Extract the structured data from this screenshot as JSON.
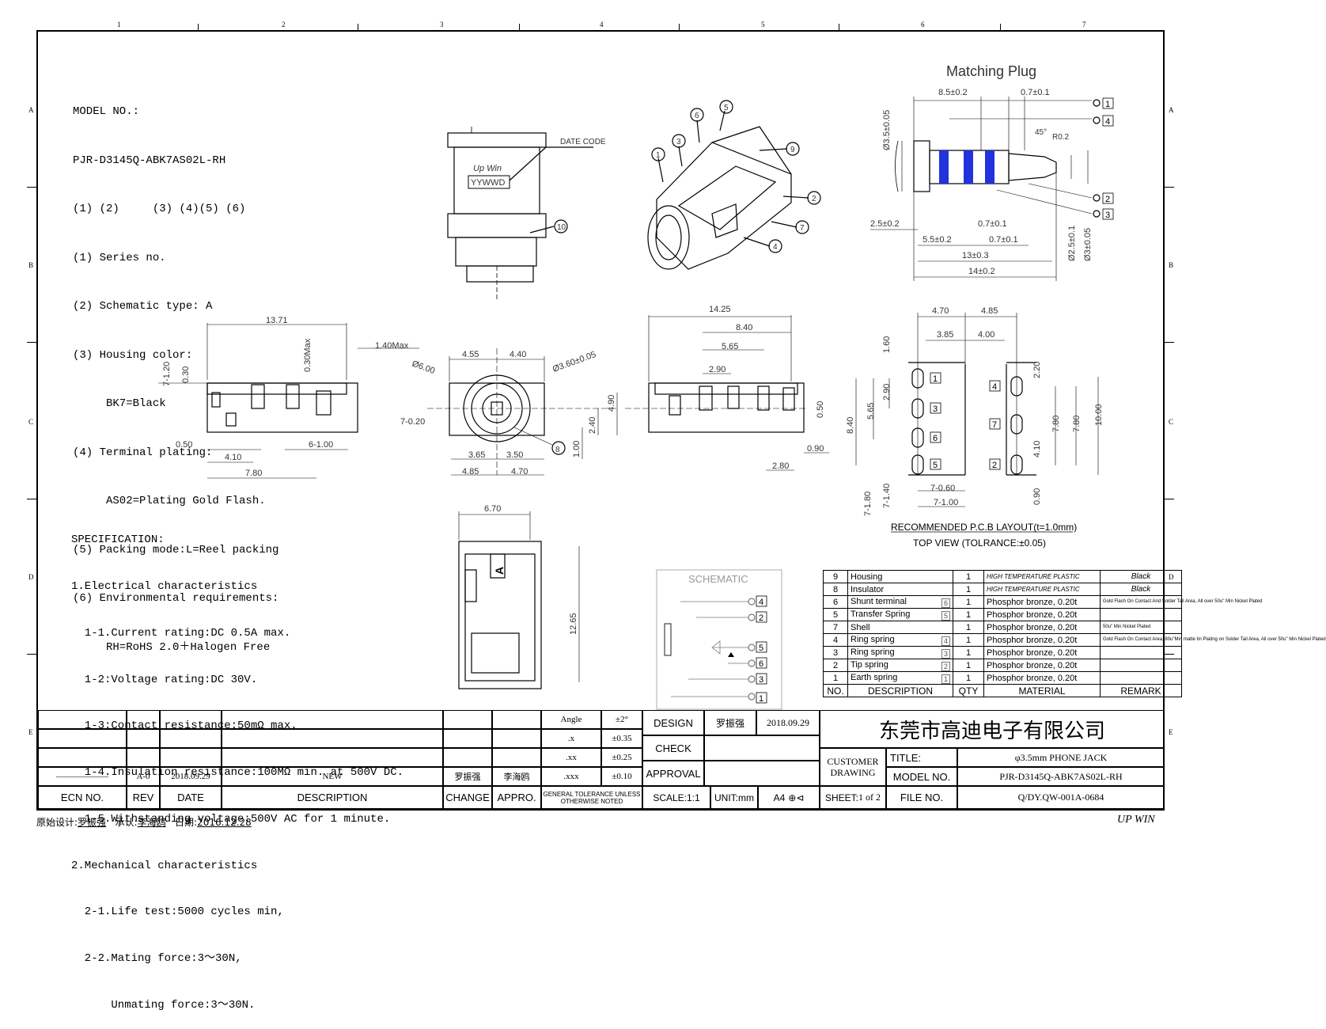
{
  "zones": {
    "cols": [
      "1",
      "2",
      "3",
      "4",
      "5",
      "6",
      "7"
    ],
    "rows": [
      "A",
      "B",
      "C",
      "D",
      "E"
    ]
  },
  "model": {
    "heading": "MODEL NO.:",
    "part_number": "PJR-D3145Q-ABK7AS02L-RH",
    "breakdown": "(1) (2)     (3) (4)(5) (6)",
    "items": [
      "(1) Series no.",
      "(2) Schematic type: A",
      "(3) Housing color:",
      "     BK7=Black",
      "(4) Terminal plating:",
      "     AS02=Plating Gold Flash.",
      "(5) Packing mode:L=Reel packing",
      "(6) Environmental requirements:",
      "     RH=RoHS 2.0＋Halogen Free"
    ]
  },
  "spec": {
    "heading": "SPECIFICATION:",
    "lines": [
      "1.Electrical characteristics",
      "  1-1.Current rating:DC 0.5A max.",
      "  1-2:Voltage rating:DC 30V.",
      "  1-3:Contact resistance:50mΩ max.",
      "  1-4.Insulation resistance:100MΩ min. at 500V DC.",
      "  1-5.Withstanding voltage:500V AC for 1 minute.",
      "2.Mechanical characteristics",
      "  2-1.Life test:5000 cycles min,",
      "  2-2.Mating force:3～30N,",
      "      Unmating force:3～30N."
    ]
  },
  "plug": {
    "title": "Matching Plug",
    "dims": {
      "d1": "8.5±0.2",
      "d2": "0.7±0.1",
      "d3": "Ø3.5±0.05",
      "d4": "45°",
      "d5": "R0.2",
      "d6": "2.5±0.2",
      "d7": "0.7±0.1",
      "d8": "5.5±0.2",
      "d9": "0.7±0.1",
      "d10": "13±0.3",
      "d11": "14±0.2",
      "d12": "Ø2.5±0.1",
      "d13": "Ø3±0.05"
    },
    "callouts": [
      "1",
      "4",
      "2",
      "3"
    ]
  },
  "top_view": {
    "date_code": "DATE CODE",
    "brand": "Up Win",
    "yywwd": "YYWWD",
    "callout": "10"
  },
  "iso_view": {
    "callouts": [
      "1",
      "3",
      "6",
      "5",
      "9",
      "2",
      "7",
      "4"
    ]
  },
  "side_view": {
    "dims": {
      "a": "13.71",
      "b": "7-1.20",
      "c": "0.30",
      "d": "0.30Max",
      "e": "1.40Max",
      "f": "0.50",
      "g": "4.10",
      "h": "6-1.00",
      "i": "7.80"
    }
  },
  "front_view": {
    "dims": {
      "a": "4.55",
      "b": "4.40",
      "c": "Ø6.00",
      "d": "Ø3.60±0.05",
      "e": "7-0.20",
      "f": "4.90",
      "g": "2.40",
      "h": "1.00",
      "i": "3.65",
      "j": "3.50",
      "k": "4.85",
      "l": "4.70"
    },
    "callout": "8"
  },
  "rear_view": {
    "dims": {
      "a": "14.25",
      "b": "8.40",
      "c": "5.65",
      "d": "2.90",
      "e": "0.50",
      "f": "0.90",
      "g": "2.80"
    }
  },
  "bottom_view": {
    "dims": {
      "a": "6.70",
      "b": "12.65"
    },
    "mark": "A"
  },
  "pcb": {
    "dims": {
      "a": "4.70",
      "b": "4.85",
      "c": "3.85",
      "d": "4.00",
      "e": "1.60",
      "f": "2.90",
      "g": "5.65",
      "h": "8.40",
      "i": "2.20",
      "j": "7.80",
      "k": "7.80",
      "l": "10.00",
      "m": "4.10",
      "n": "0.90",
      "o": "7-1.80",
      "p": "7-1.40",
      "q": "7-0.60",
      "r": "7-1.00"
    },
    "left_pads": [
      "1",
      "3",
      "6",
      "5"
    ],
    "right_pads": [
      "4",
      "7",
      "2"
    ],
    "caption": "RECOMMENDED P.C.B LAYOUT(t=1.0mm)",
    "subcaption": "TOP VIEW (TOLRANCE:±0.05)"
  },
  "schematic": {
    "title": "SCHEMATIC",
    "pins": [
      "4",
      "2",
      "5",
      "6",
      "3",
      "1"
    ]
  },
  "bom": {
    "rows": [
      {
        "no": "9",
        "desc": "Housing",
        "tag": "",
        "qty": "1",
        "material": "HIGH TEMPERATURE PLASTIC",
        "remark": "Black"
      },
      {
        "no": "8",
        "desc": "Insulator",
        "tag": "",
        "qty": "1",
        "material": "HIGH TEMPERATURE PLASTIC",
        "remark": "Black"
      },
      {
        "no": "6",
        "desc": "Shunt terminal",
        "tag": "6",
        "qty": "1",
        "material": "Phosphor bronze, 0.20t",
        "remark": "Gold Flash On Contact And Solder Tail Area, All over 50u\" Min Nickel Plated"
      },
      {
        "no": "5",
        "desc": "Transfer Spring",
        "tag": "5",
        "qty": "1",
        "material": "Phosphor bronze, 0.20t",
        "remark": ""
      },
      {
        "no": "7",
        "desc": "Shell",
        "tag": "",
        "qty": "1",
        "material": "Phosphor bronze, 0.20t",
        "remark": "50u\" Min Nickel Plated"
      },
      {
        "no": "4",
        "desc": "Ring spring",
        "tag": "4",
        "qty": "1",
        "material": "Phosphor bronze, 0.20t",
        "remark": "Gold Flash On Contact Area, 80u\"Min matte tin Plating on Solder Tail Area, All over 50u\" Min Nickel Plated"
      },
      {
        "no": "3",
        "desc": "Ring spring",
        "tag": "3",
        "qty": "1",
        "material": "Phosphor bronze, 0.20t",
        "remark": ""
      },
      {
        "no": "2",
        "desc": "Tip spring",
        "tag": "2",
        "qty": "1",
        "material": "Phosphor bronze, 0.20t",
        "remark": ""
      },
      {
        "no": "1",
        "desc": "Earth spring",
        "tag": "1",
        "qty": "1",
        "material": "Phosphor bronze, 0.20t",
        "remark": ""
      }
    ],
    "headers": {
      "no": "NO.",
      "desc": "DESCRIPTION",
      "qty": "QTY",
      "material": "MATERIAL",
      "remark": "REMARK"
    }
  },
  "tolerance": {
    "rows": [
      {
        "label": "Angle",
        "value": "±2°"
      },
      {
        "label": ".x",
        "value": "±0.35"
      },
      {
        "label": ".xx",
        "value": "±0.25"
      },
      {
        "label": ".xxx",
        "value": "±0.10"
      }
    ],
    "note": "GENERAL TOLERANCE UNLESS OTHERWISE NOTED"
  },
  "revision": {
    "row": {
      "ecn": "——————",
      "rev": "A-0",
      "date": "2018.09.29",
      "description": "NEW",
      "change": "罗振强",
      "appro": "李海鸥"
    },
    "headers": {
      "ecn": "ECN NO.",
      "rev": "REV",
      "date": "DATE",
      "description": "DESCRIPTION",
      "change": "CHANGE",
      "appro": "APPRO."
    }
  },
  "signoff": {
    "design_label": "DESIGN",
    "design_name": "罗振强",
    "design_date": "2018.09.29",
    "check_label": "CHECK",
    "approval_label": "APPROVAL",
    "scale_label": "SCALE:",
    "scale": "1:1",
    "unit": "UNIT:mm",
    "paper": "A4",
    "sheet_label": "SHEET:",
    "sheet": "1 of 2"
  },
  "title_block": {
    "company": "东莞市高迪电子有限公司",
    "customer_drawing": "CUSTOMER DRAWING",
    "title_label": "TITLE:",
    "title": "φ3.5mm PHONE JACK",
    "model_label": "MODEL NO.",
    "model": "PJR-D3145Q-ABK7AS02L-RH",
    "file_label": "FILE NO.",
    "file": "Q/DY.QW-001A-0684"
  },
  "footer": {
    "original_label": "原始设计:",
    "original": "罗振强",
    "approve_label": "承认:",
    "approve": "李海鸥",
    "date_label": "日期:",
    "date": "2016.12.28",
    "brand": "UP WIN"
  },
  "colors": {
    "plug_band": "#2233dd",
    "line": "#000000",
    "dim_line": "#555555"
  }
}
